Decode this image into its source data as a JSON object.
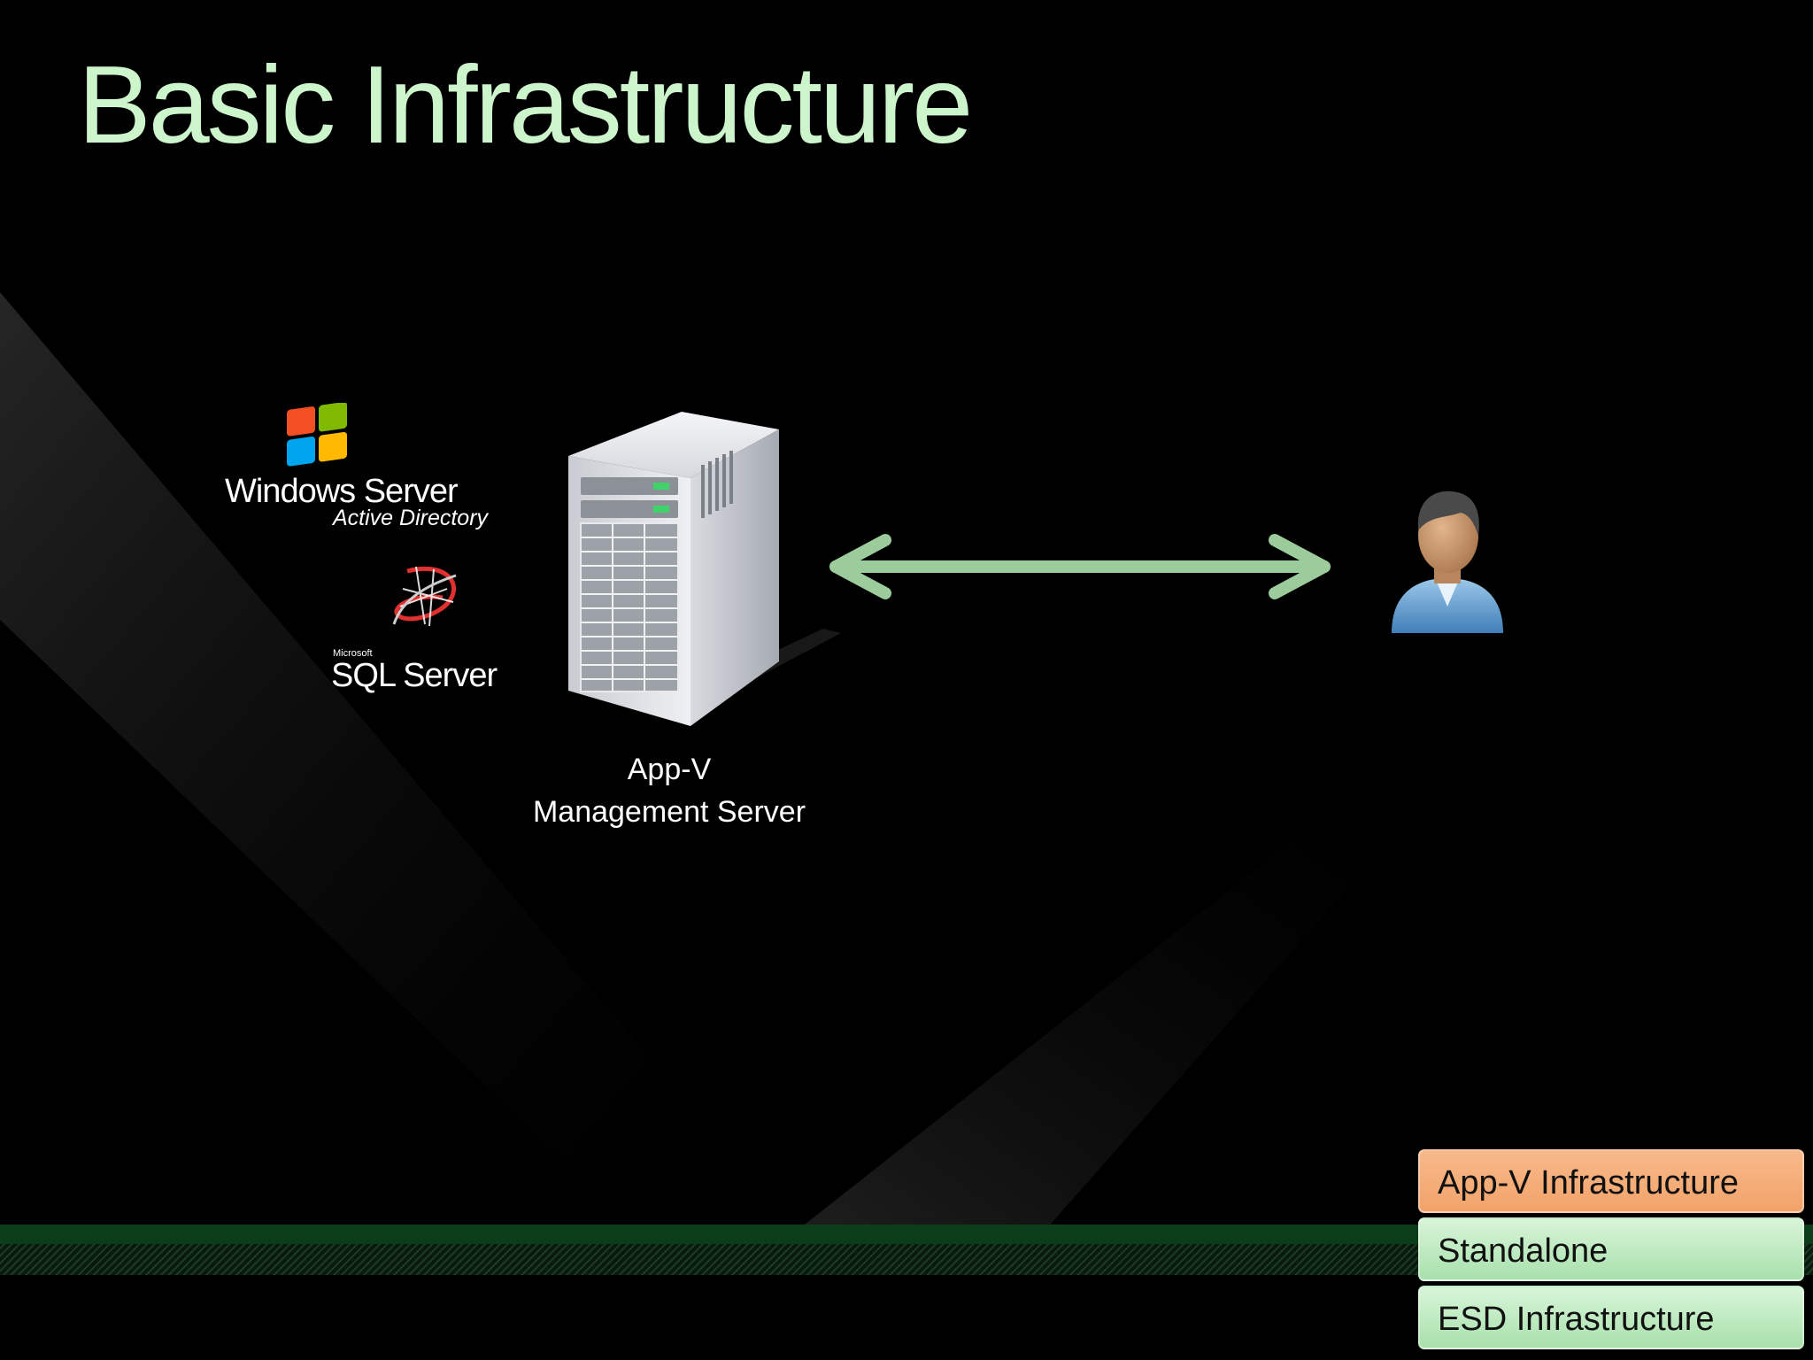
{
  "slide": {
    "title": "Basic Infrastructure"
  },
  "logos": {
    "windows": {
      "line1": "Windows Server",
      "line2": "Active Directory",
      "icon": "windows-flag-icon"
    },
    "sql": {
      "small": "Microsoft",
      "main": "SQL Server",
      "icon": "sql-server-icon"
    }
  },
  "server": {
    "icon": "server-tower-icon",
    "caption_line1": "App-V",
    "caption_line2": "Management Server"
  },
  "connection": {
    "icon": "double-arrow-icon"
  },
  "client": {
    "icon": "user-icon"
  },
  "legend": {
    "items": [
      {
        "label": "App-V Infrastructure",
        "state": "active"
      },
      {
        "label": "Standalone",
        "state": "inactive"
      },
      {
        "label": "ESD Infrastructure",
        "state": "inactive"
      }
    ]
  },
  "colors": {
    "title": "#ccf5cc",
    "arrow": "#9ccc9c",
    "legend_active": "#f2a36a",
    "legend_inactive": "#b5e6b8",
    "footer_band": "#0c3d1a"
  }
}
